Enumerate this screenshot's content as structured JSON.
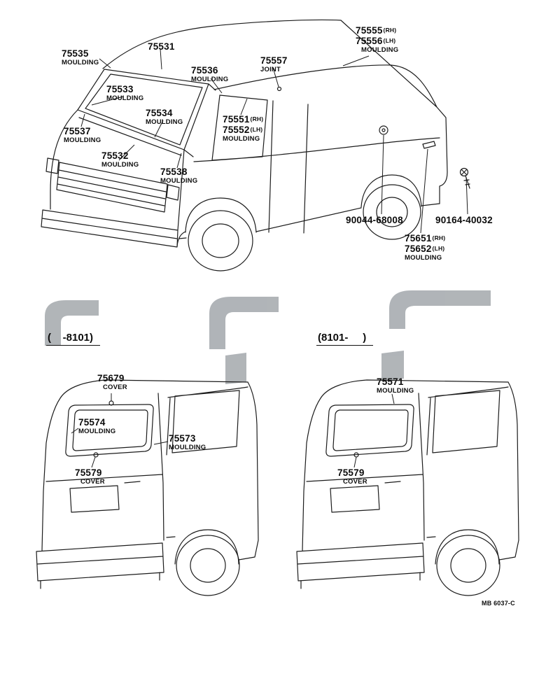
{
  "top": {
    "m75535": {
      "num": "75535",
      "sub": "MOULDING"
    },
    "m75531": {
      "num": "75531"
    },
    "m75536": {
      "num": "75536",
      "sub": "MOULDING"
    },
    "m75557": {
      "num": "75557",
      "sub": "JOINT"
    },
    "m75555": {
      "num": "75555",
      "side": "(RH)"
    },
    "m75556": {
      "num": "75556",
      "side": "(LH)",
      "sub": "MOULDING"
    },
    "m75533": {
      "num": "75533",
      "sub": "MOULDING"
    },
    "m75534": {
      "num": "75534",
      "sub": "MOULDING"
    },
    "m75537": {
      "num": "75537",
      "sub": "MOULDING"
    },
    "m75551": {
      "num": "75551",
      "side": "(RH)"
    },
    "m75552": {
      "num": "75552",
      "side": "(LH)",
      "sub": "MOULDING"
    },
    "m75532": {
      "num": "75532",
      "sub": "MOULDING"
    },
    "m75538": {
      "num": "75538",
      "sub": "MOULDING"
    },
    "p90044": {
      "num": "90044-68008"
    },
    "p90164": {
      "num": "90164-40032"
    },
    "m75651": {
      "num": "75651",
      "side": "(RH)"
    },
    "m75652": {
      "num": "75652",
      "side": "(LH)",
      "sub": "MOULDING"
    }
  },
  "bottom_left": {
    "caption": "(    -8101)",
    "m75679": {
      "num": "75679",
      "sub": "COVER"
    },
    "m75574": {
      "num": "75574",
      "sub": "MOULDING"
    },
    "m75573": {
      "num": "75573",
      "sub": "MOULDING"
    },
    "m75579": {
      "num": "75579",
      "sub": "COVER"
    }
  },
  "bottom_right": {
    "caption": "(8101-     )",
    "m75571": {
      "num": "75571",
      "sub": "MOULDING"
    },
    "m75579": {
      "num": "75579",
      "sub": "COVER"
    }
  },
  "footer": {
    "code": "MB 6037-C"
  }
}
